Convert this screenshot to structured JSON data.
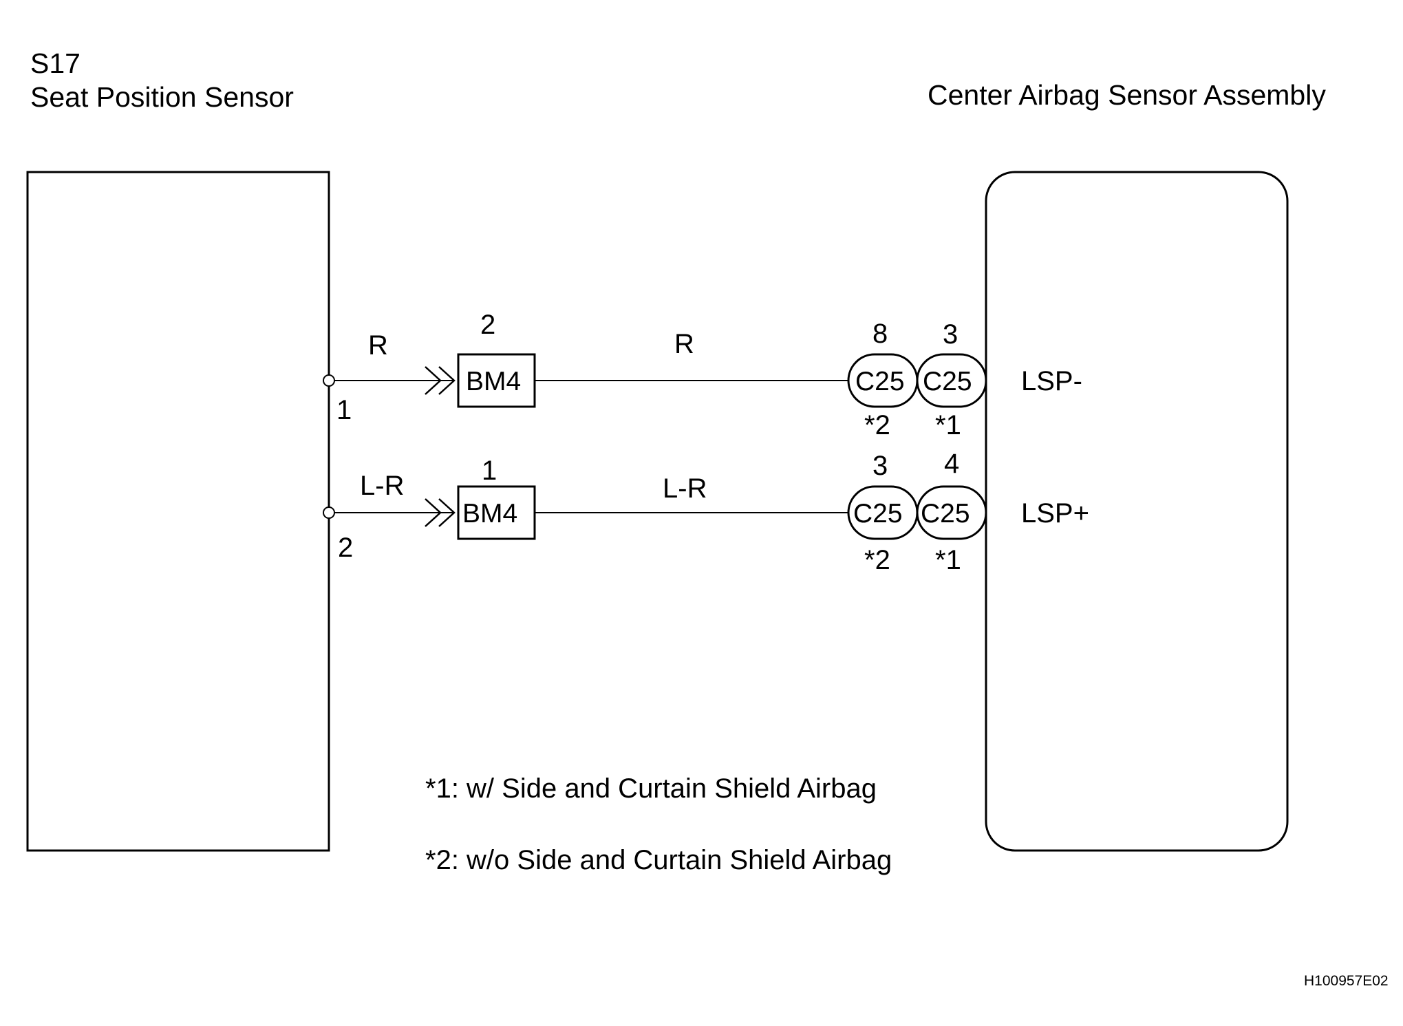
{
  "left_component": {
    "code": "S17",
    "name": "Seat Position Sensor",
    "pins": [
      {
        "number": "1",
        "wire_color": "R"
      },
      {
        "number": "2",
        "wire_color": "L-R"
      }
    ]
  },
  "right_component": {
    "name": "Center Airbag Sensor Assembly",
    "terminals": [
      "LSP-",
      "LSP+"
    ]
  },
  "wires": [
    {
      "junction": {
        "name": "BM4",
        "pin": "2"
      },
      "wire_color_after_junction": "R",
      "connector_a": {
        "name": "C25",
        "pin": "8",
        "note": "*2"
      },
      "connector_b": {
        "name": "C25",
        "pin": "3",
        "note": "*1"
      },
      "terminal": "LSP-"
    },
    {
      "junction": {
        "name": "BM4",
        "pin": "1"
      },
      "wire_color_after_junction": "L-R",
      "connector_a": {
        "name": "C25",
        "pin": "3",
        "note": "*2"
      },
      "connector_b": {
        "name": "C25",
        "pin": "4",
        "note": "*1"
      },
      "terminal": "LSP+"
    }
  ],
  "footnotes": [
    "*1: w/ Side and Curtain Shield Airbag",
    "*2: w/o Side and Curtain Shield Airbag"
  ],
  "figure_id": "H100957E02"
}
